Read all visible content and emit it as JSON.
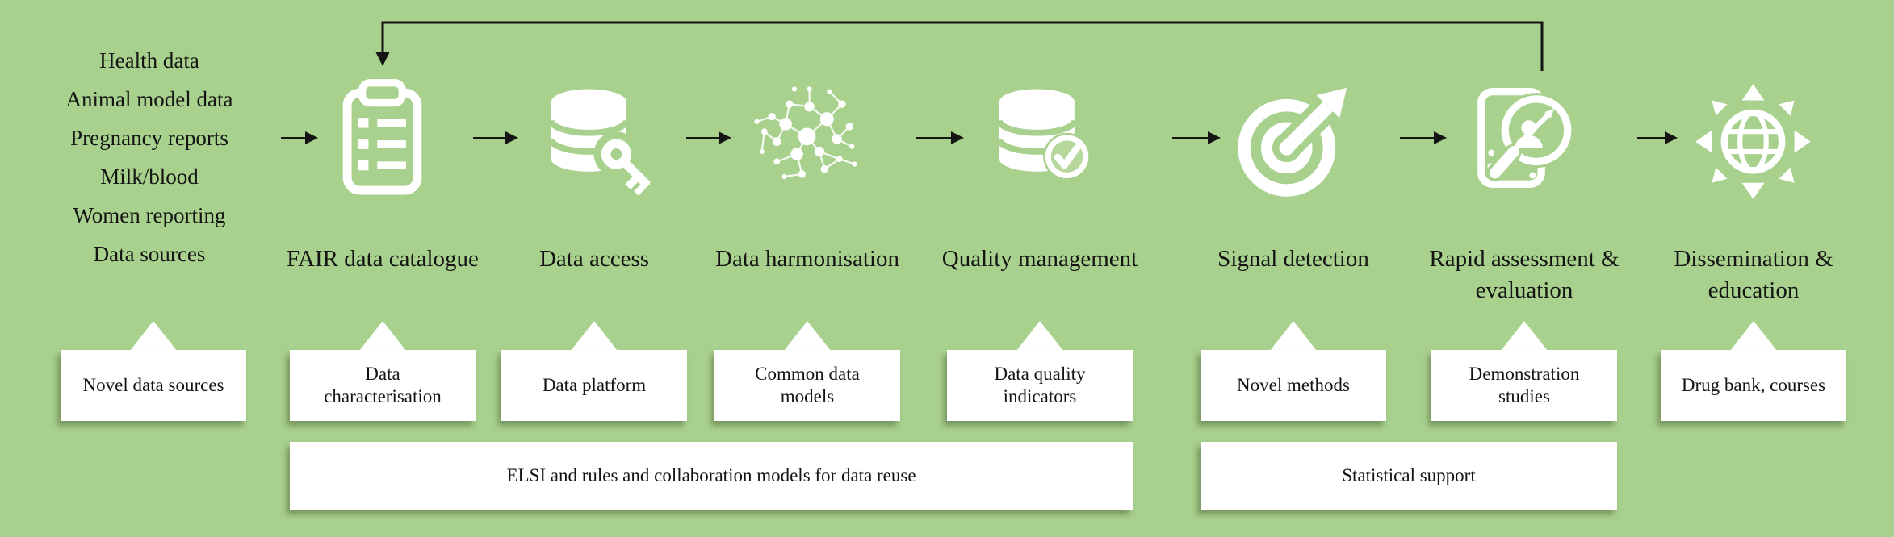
{
  "colors": {
    "background": "#a9d18e",
    "icon_white": "#ffffff",
    "text": "#141414",
    "arrow_black": "#141414"
  },
  "left_list": {
    "items": [
      "Health data",
      "Animal model data",
      "Pregnancy reports",
      "Milk/blood",
      "Women reporting",
      "Data sources"
    ]
  },
  "steps": [
    {
      "label": "FAIR data catalogue",
      "icon": "clipboard-checklist-icon"
    },
    {
      "label": "Data access",
      "icon": "database-key-icon"
    },
    {
      "label": "Data harmonisation",
      "icon": "network-nodes-icon"
    },
    {
      "label": "Quality management",
      "icon": "database-check-icon"
    },
    {
      "label": "Signal detection",
      "icon": "target-arrow-icon"
    },
    {
      "label": "Rapid assessment & evaluation",
      "icon": "document-magnifier-icon"
    },
    {
      "label": "Dissemination & education",
      "icon": "globe-arrows-icon"
    }
  ],
  "support_boxes": [
    "Novel data sources",
    "Data characterisation",
    "Data platform",
    "Common data models",
    "Data quality indicators",
    "Novel methods",
    "Demonstration studies",
    "Drug bank, courses"
  ],
  "bars": [
    "ELSI and rules and collaboration models for data reuse",
    "Statistical support"
  ]
}
